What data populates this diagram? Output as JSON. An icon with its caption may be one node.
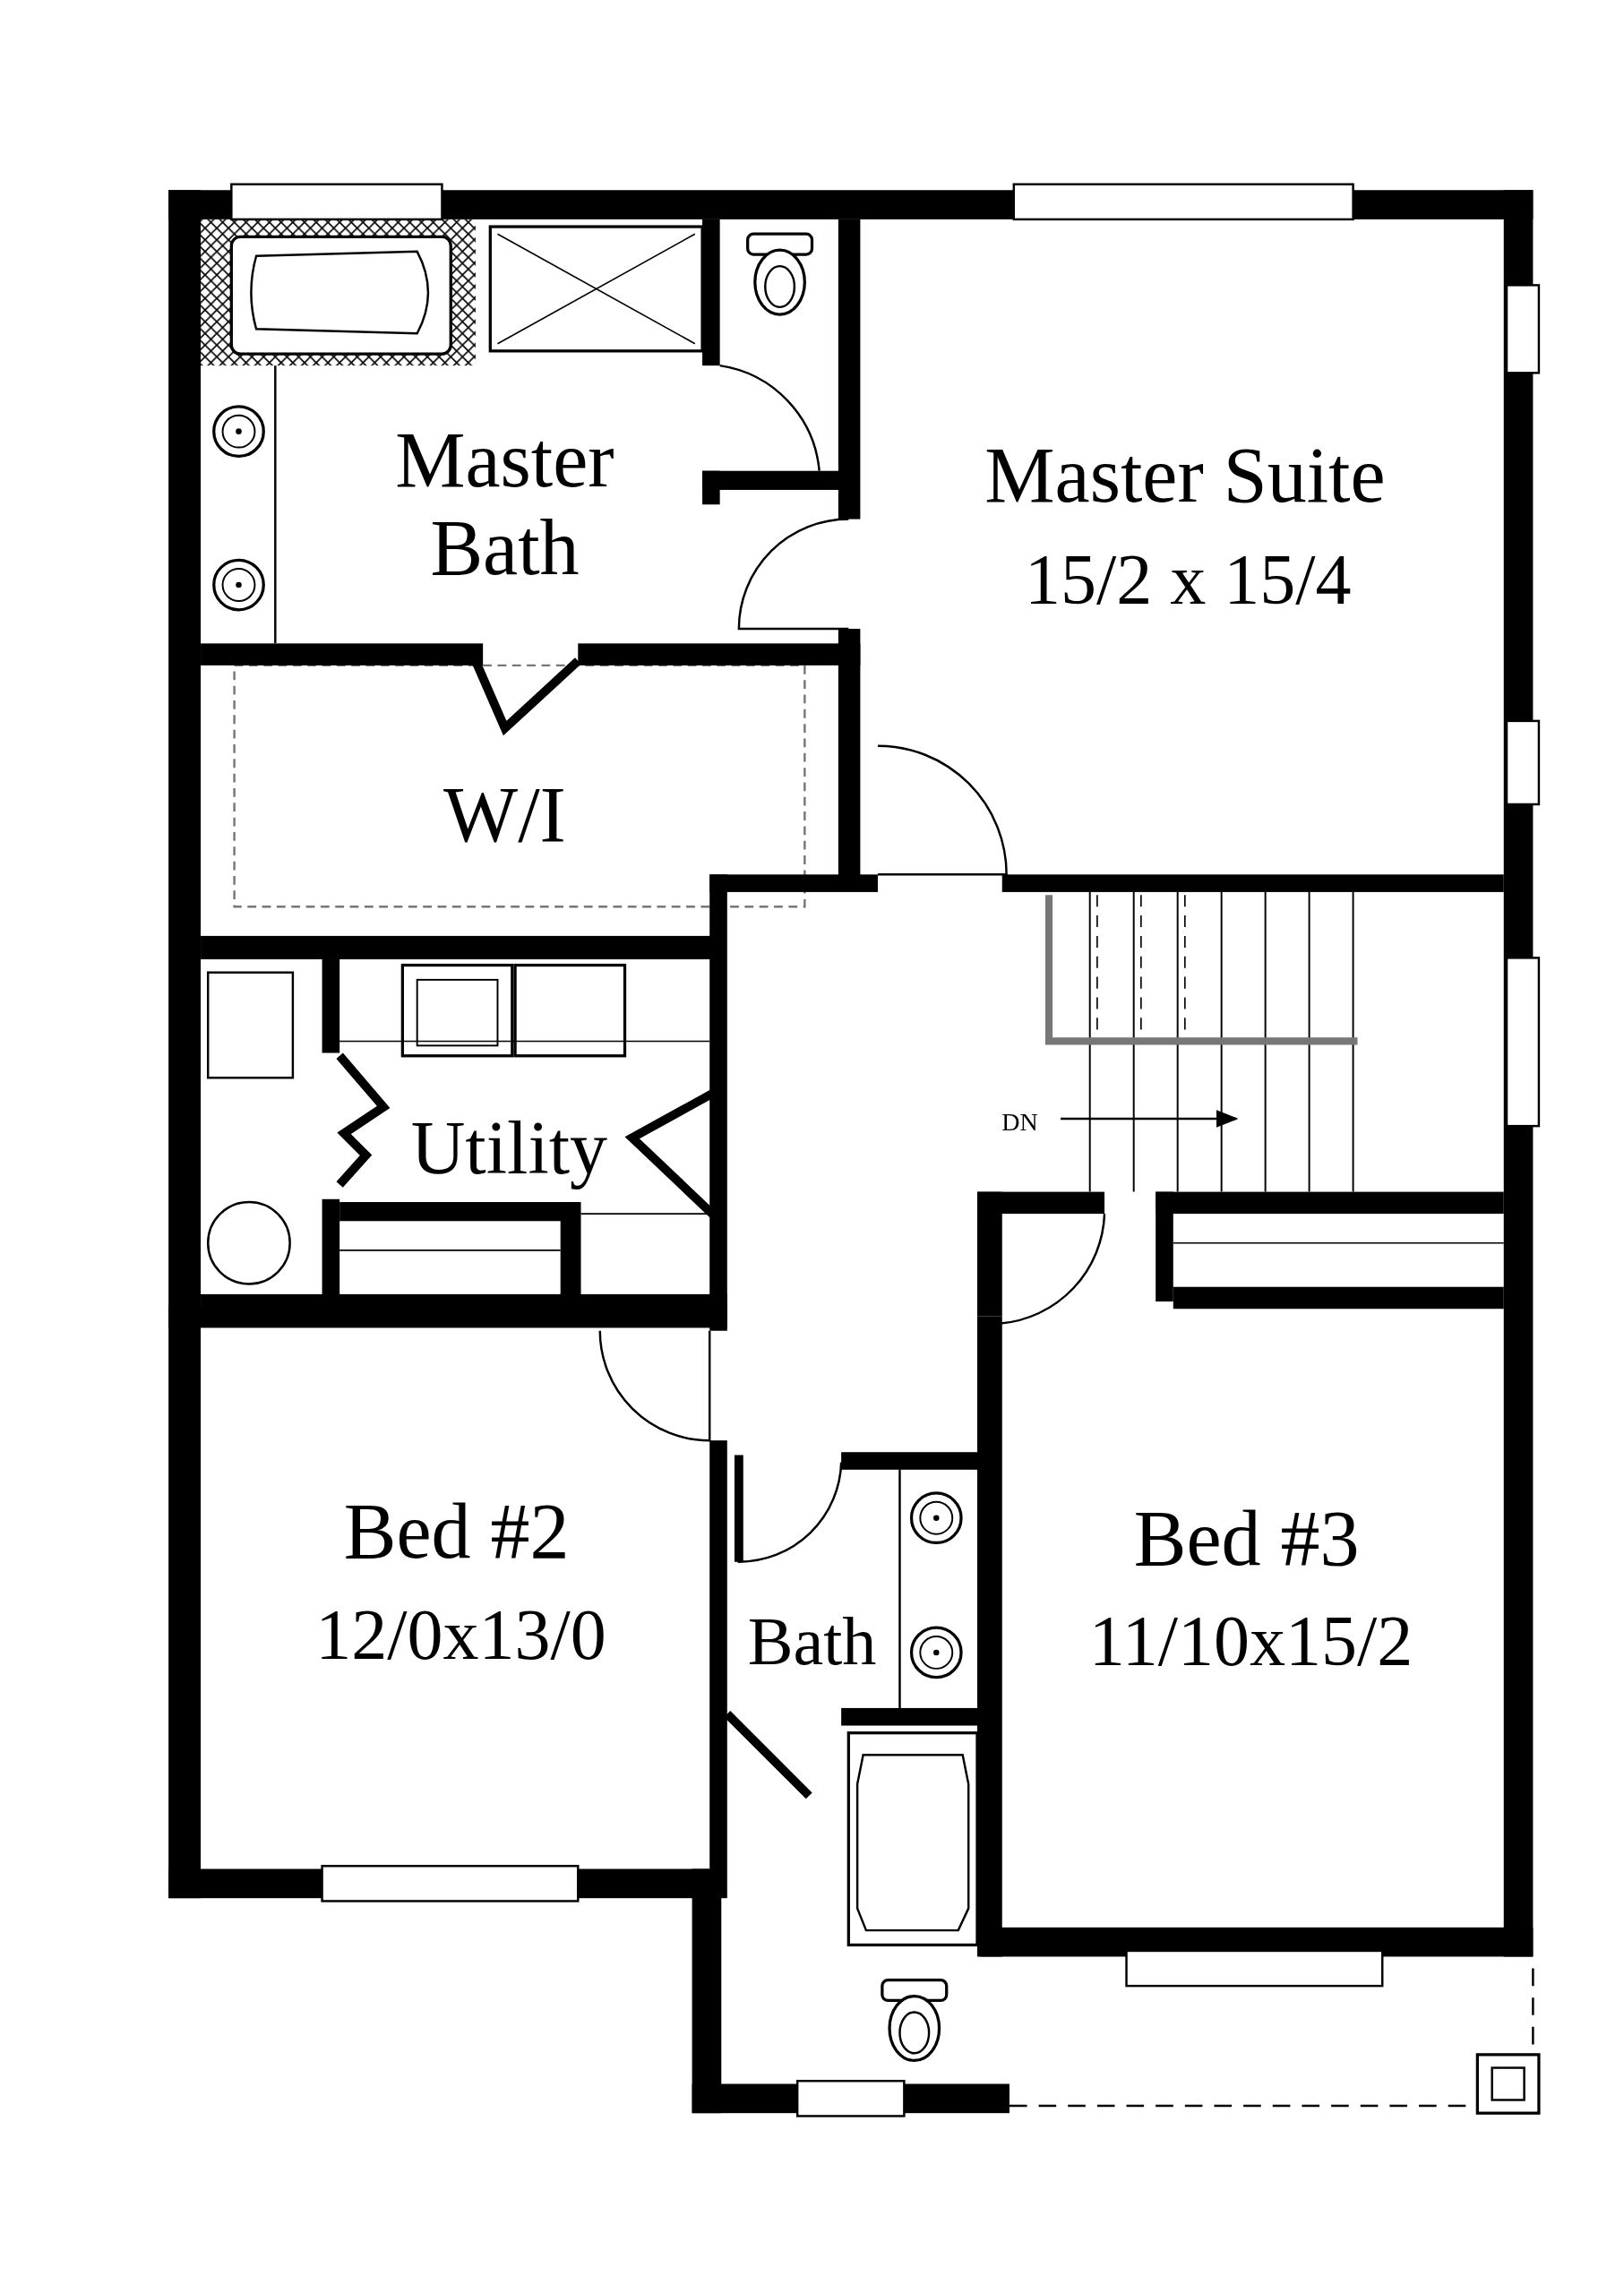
{
  "diagram": {
    "labels": [
      "Master Bath",
      "Master Suite",
      "15/2 x 15/4",
      "W/I",
      "Utility",
      "DN",
      "Bed #2",
      "12/0x13/0",
      "Bath",
      "Bed #3",
      "11/10x15/2"
    ]
  }
}
